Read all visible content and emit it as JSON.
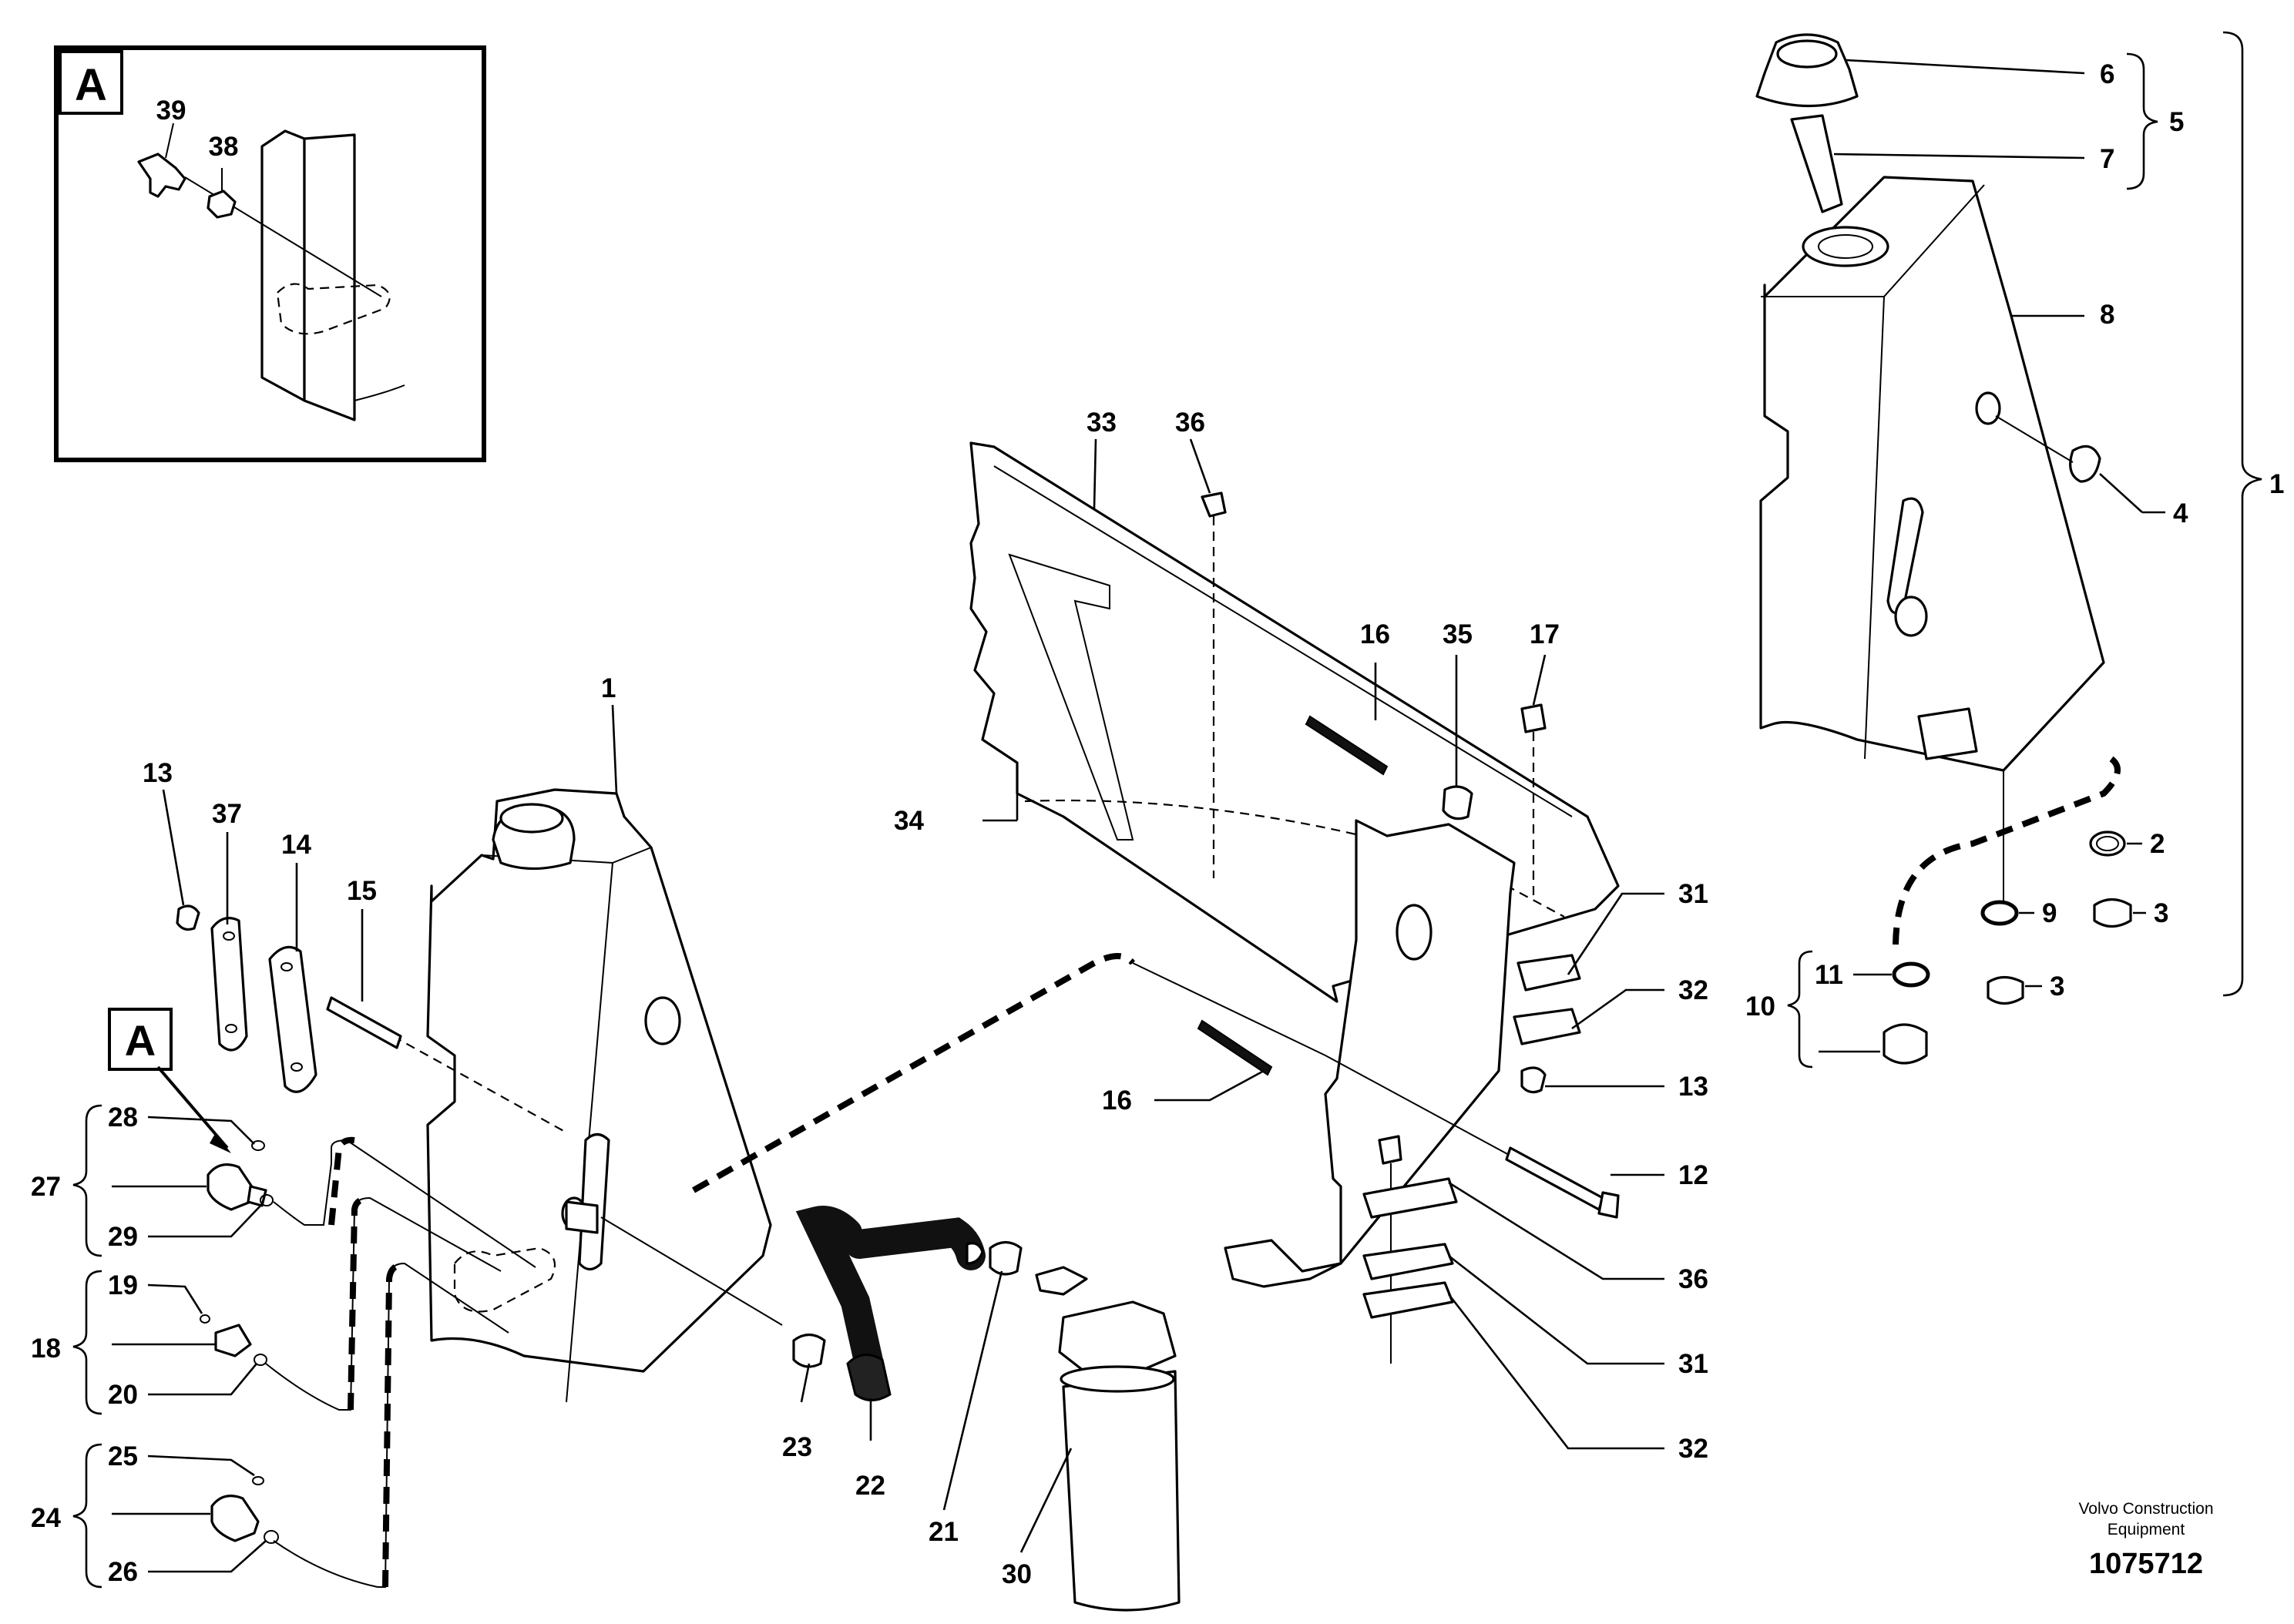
{
  "detail_view": {
    "letter": "A",
    "callouts": [
      "39",
      "38"
    ]
  },
  "view_marker": {
    "letter": "A"
  },
  "callouts": {
    "c1_top": "1",
    "c1_right": "1",
    "c2": "2",
    "c3a": "3",
    "c3b": "3",
    "c4": "4",
    "c5": "5",
    "c6": "6",
    "c7": "7",
    "c8": "8",
    "c9": "9",
    "c10": "10",
    "c11": "11",
    "c12": "12",
    "c13a": "13",
    "c13b": "13",
    "c14": "14",
    "c15": "15",
    "c16a": "16",
    "c16b": "16",
    "c17": "17",
    "c18": "18",
    "c19": "19",
    "c20": "20",
    "c21": "21",
    "c22": "22",
    "c23": "23",
    "c24": "24",
    "c25": "25",
    "c26": "26",
    "c27": "27",
    "c28": "28",
    "c29": "29",
    "c30": "30",
    "c31a": "31",
    "c31b": "31",
    "c32a": "32",
    "c32b": "32",
    "c33": "33",
    "c34": "34",
    "c35": "35",
    "c36a": "36",
    "c36b": "36",
    "c37": "37"
  },
  "footer": {
    "company_line1": "Volvo Construction",
    "company_line2": "Equipment",
    "drawing_number": "1075712"
  }
}
